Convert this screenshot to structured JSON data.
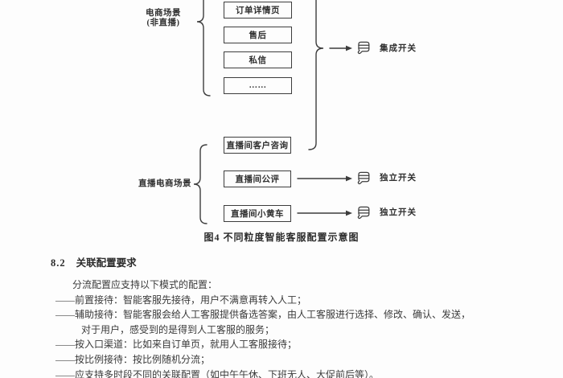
{
  "figure": {
    "caption": "图4 不同粒度智能客服配置示意图",
    "groups": [
      {
        "label_line1": "电商场景",
        "label_line2": "(非直播)",
        "boxes": [
          "订单详情页",
          "售后",
          "私信",
          "……"
        ]
      },
      {
        "label": "直播电商场景",
        "boxes": [
          "直播间客户咨询",
          "直播间公评",
          "直播间小黄车"
        ]
      }
    ],
    "switches": [
      {
        "icon": "hand-icon",
        "label": "集成开关"
      },
      {
        "icon": "hand-icon",
        "label": "独立开关"
      },
      {
        "icon": "hand-icon",
        "label": "独立开关"
      }
    ]
  },
  "section": {
    "number": "8.2",
    "title": "关联配置要求"
  },
  "body": {
    "lines": [
      "分流配置应支持以下模式的配置：",
      "——前置接待：智能客服先接待，用户不满意再转入人工；",
      "——辅助接待：智能客服会给人工客服提供备选答案，由人工客服进行选择、修改、确认、发送，",
      "对于用户，感受到的是得到人工客服的服务；",
      "——按入口渠道：比如来自订单页，就用人工客服接待；",
      "——按比例接待：按比例随机分流；",
      "——应支持多时段不同的关联配置（如中午午休、下班无人、大促前后等）。"
    ]
  },
  "colors": {
    "ink": "#343434",
    "line": "#3d3d3d",
    "background": "#fdfdfd"
  }
}
